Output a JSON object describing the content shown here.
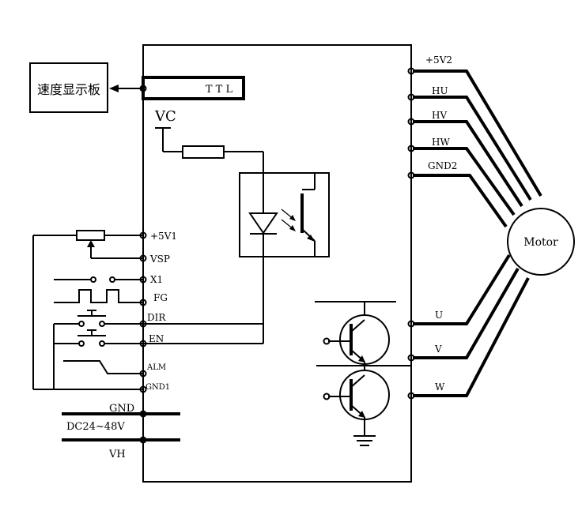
{
  "display_board": "速度显示板",
  "ttl": "T T L",
  "vc": "VC",
  "motor": "Motor",
  "left_pins": {
    "v5v1": "+5V1",
    "vsp": "VSP",
    "x1": "X1",
    "fg": "FG",
    "dir": "DIR",
    "en": "EN",
    "alm": "ALM",
    "gnd1": "GND1"
  },
  "power": {
    "gnd": "GND",
    "dc": "DC24~48V",
    "vh": "VH"
  },
  "right_pins": {
    "v5v2": "+5V2",
    "hu": "HU",
    "hv": "HV",
    "hw": "HW",
    "gnd2": "GND2",
    "u": "U",
    "v": "V",
    "w": "W"
  }
}
